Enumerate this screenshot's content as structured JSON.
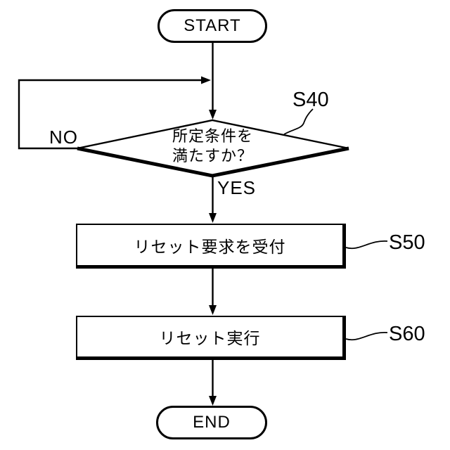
{
  "figure": {
    "kind": "flowchart",
    "background_color": "#ffffff",
    "stroke_color": "#000000"
  },
  "nodes": {
    "start": {
      "shape": "stadium",
      "label": "START"
    },
    "decision": {
      "shape": "diamond",
      "step_label": "S40",
      "text_line1": "所定条件を",
      "text_line2": "満たすか？"
    },
    "process1": {
      "shape": "process",
      "step_label": "S50",
      "text": "リセット要求を受付"
    },
    "process2": {
      "shape": "process",
      "step_label": "S60",
      "text": "リセット実行"
    },
    "end": {
      "shape": "stadium",
      "label": "END"
    }
  },
  "branches": {
    "no_label": "NO",
    "yes_label": "YES"
  }
}
